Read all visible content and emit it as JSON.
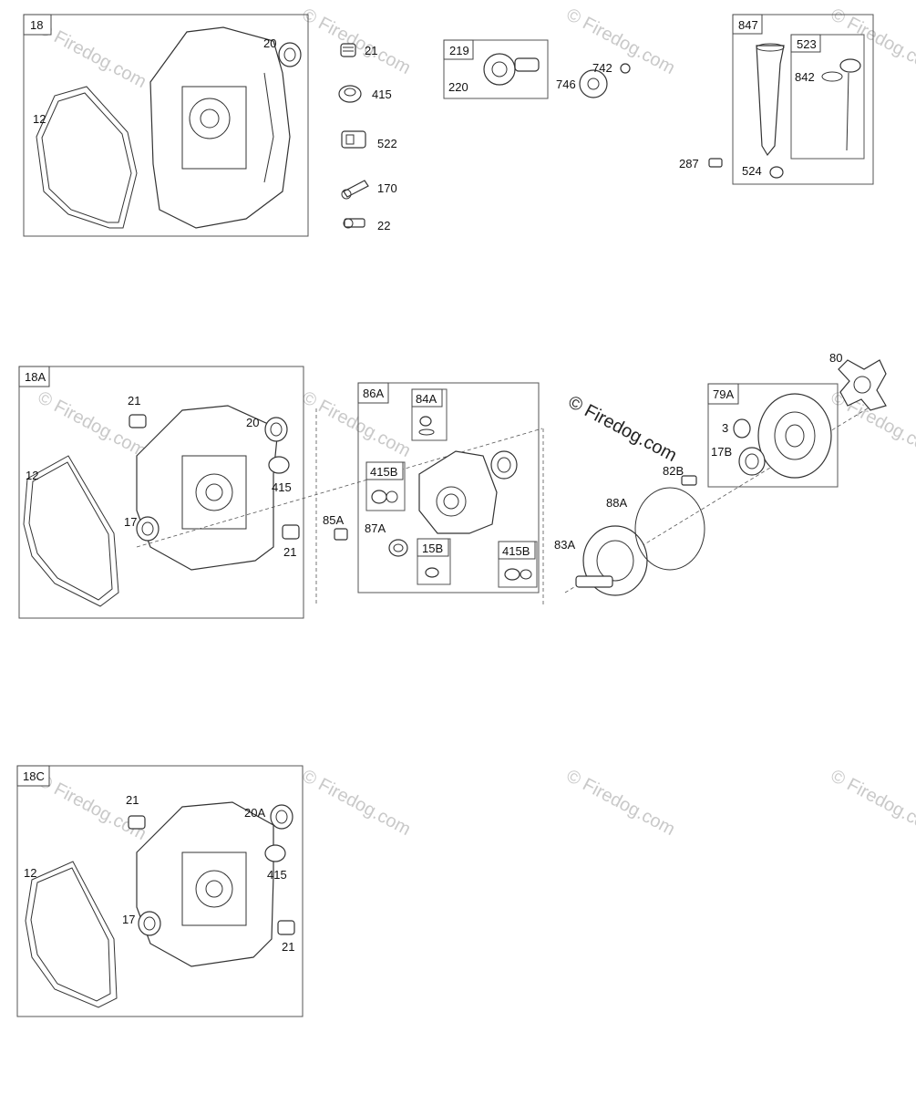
{
  "watermark": "© Firedog.com",
  "watermark_prominent": "© Firedog.com",
  "groups": {
    "g18": {
      "box_label": "18",
      "labels": {
        "l12": "12",
        "l20": "20"
      }
    },
    "g18a": {
      "box_label": "18A",
      "labels": {
        "l21": "21",
        "l20": "20",
        "l415": "415",
        "l12": "12",
        "l17": "17",
        "l21b": "21"
      }
    },
    "g18c": {
      "box_label": "18C",
      "labels": {
        "l21": "21",
        "l20a": "20A",
        "l415": "415",
        "l12": "12",
        "l17": "17",
        "l21b": "21"
      }
    },
    "g86a": {
      "box_label": "86A",
      "sub": {
        "s84a": "84A",
        "s415b": "415B",
        "s15b": "15B",
        "s415b2": "415B"
      },
      "labels": {
        "l87a": "87A"
      }
    },
    "g219": {
      "box_label": "219",
      "labels": {
        "l220": "220"
      }
    },
    "g847": {
      "box_label": "847",
      "sub": {
        "s523": "523"
      },
      "labels": {
        "l842": "842",
        "l524": "524"
      }
    },
    "g79a": {
      "box_label": "79A",
      "labels": {
        "l3": "3",
        "l17b": "17B"
      }
    }
  },
  "loose_labels": {
    "p21": "21",
    "p415": "415",
    "p522": "522",
    "p170": "170",
    "p22": "22",
    "p746": "746",
    "p742": "742",
    "p287": "287",
    "p85a": "85A",
    "p83a": "83A",
    "p88a": "88A",
    "p82b": "82B",
    "p80": "80"
  }
}
